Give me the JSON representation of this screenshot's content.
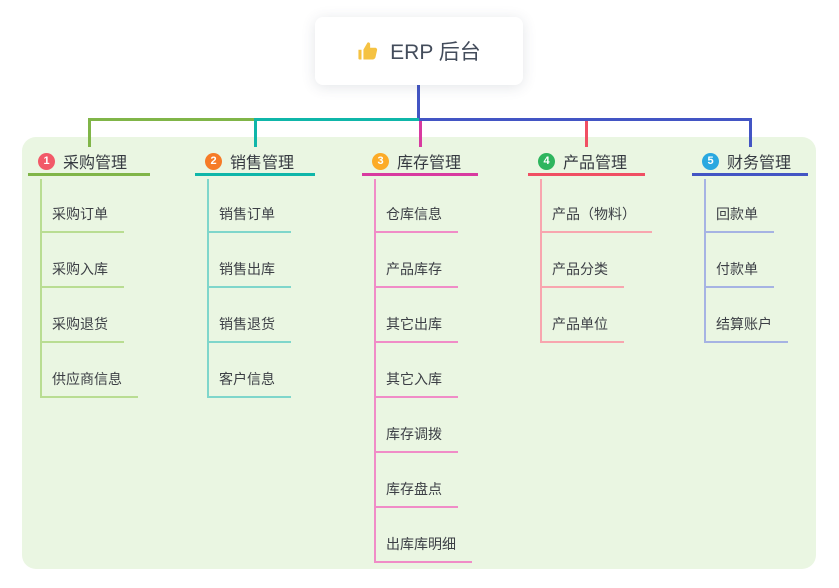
{
  "root": {
    "title": "ERP 后台",
    "icon": "thumbs-up-icon",
    "icon_color": "#f5c242",
    "connector_color": "#4355c4"
  },
  "canvas": {
    "panel_color": "#eaf6e2",
    "page_background": "#ffffff"
  },
  "branches": [
    {
      "badge": "1",
      "label": "采购管理",
      "badge_color": "#f25968",
      "line_color": "#80b548",
      "sub_line_color": "#b9dd92",
      "items": [
        "采购订单",
        "采购入库",
        "采购退货",
        "供应商信息"
      ]
    },
    {
      "badge": "2",
      "label": "销售管理",
      "badge_color": "#f67b27",
      "line_color": "#0fb6a9",
      "sub_line_color": "#7fd6cb",
      "items": [
        "销售订单",
        "销售出库",
        "销售退货",
        "客户信息"
      ]
    },
    {
      "badge": "3",
      "label": "库存管理",
      "badge_color": "#fcab27",
      "line_color": "#d83aa0",
      "sub_line_color": "#f08cc7",
      "items": [
        "仓库信息",
        "产品库存",
        "其它出库",
        "其它入库",
        "库存调拨",
        "库存盘点",
        "出库库明细"
      ]
    },
    {
      "badge": "4",
      "label": "产品管理",
      "badge_color": "#2eb55e",
      "line_color": "#f04f63",
      "sub_line_color": "#f8a6af",
      "items": [
        "产品（物料）",
        "产品分类",
        "产品单位"
      ]
    },
    {
      "badge": "5",
      "label": "财务管理",
      "badge_color": "#29a8e0",
      "line_color": "#4355c4",
      "sub_line_color": "#a6b3e3",
      "items": [
        "回款单",
        "付款单",
        "结算账户"
      ]
    }
  ]
}
